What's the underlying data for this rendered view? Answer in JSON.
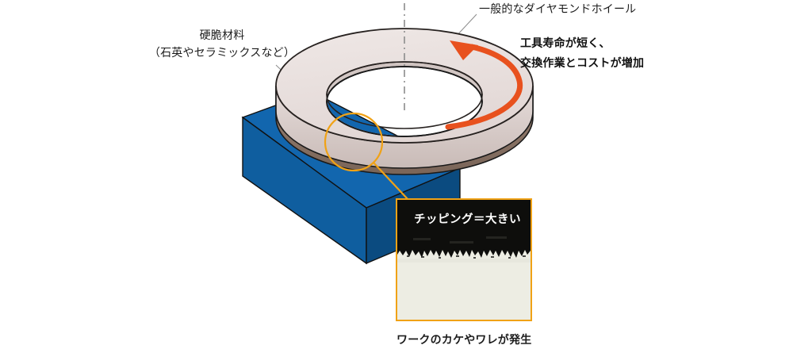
{
  "diagram": {
    "title_labels": {
      "material": "硬脆材料",
      "material_sub": "（石英やセラミックスなど）",
      "wheel": "一般的なダイヤモンドホイール",
      "problem_line1": "工具寿命が短く、",
      "problem_line2": "交換作業とコストが増加"
    },
    "inset": {
      "title": "チッピング＝大きい",
      "caption": "ワークのカケやワレが発生"
    },
    "icons": {
      "rotation_arrow": "curved-rotation-arrow-icon",
      "spark": "lightning-bolt-icon",
      "axis": "dash-dot-axis-line",
      "highlight": "circle-highlight-icon"
    },
    "colors": {
      "workpiece_top": "#1266AE",
      "workpiece_front": "#0F5E9F",
      "workpiece_side": "#0B4B80",
      "wheel_top": "#EAE1DF",
      "wheel_side": "#D9CDCB",
      "wheel_bottom_rim": "#8A7366",
      "accent_orange": "#F0A216",
      "arrow_red": "#E8511E",
      "photo_dark": "#0E0E0C",
      "photo_light": "#EDEDE3",
      "leader_line": "#8C8C8C"
    }
  }
}
